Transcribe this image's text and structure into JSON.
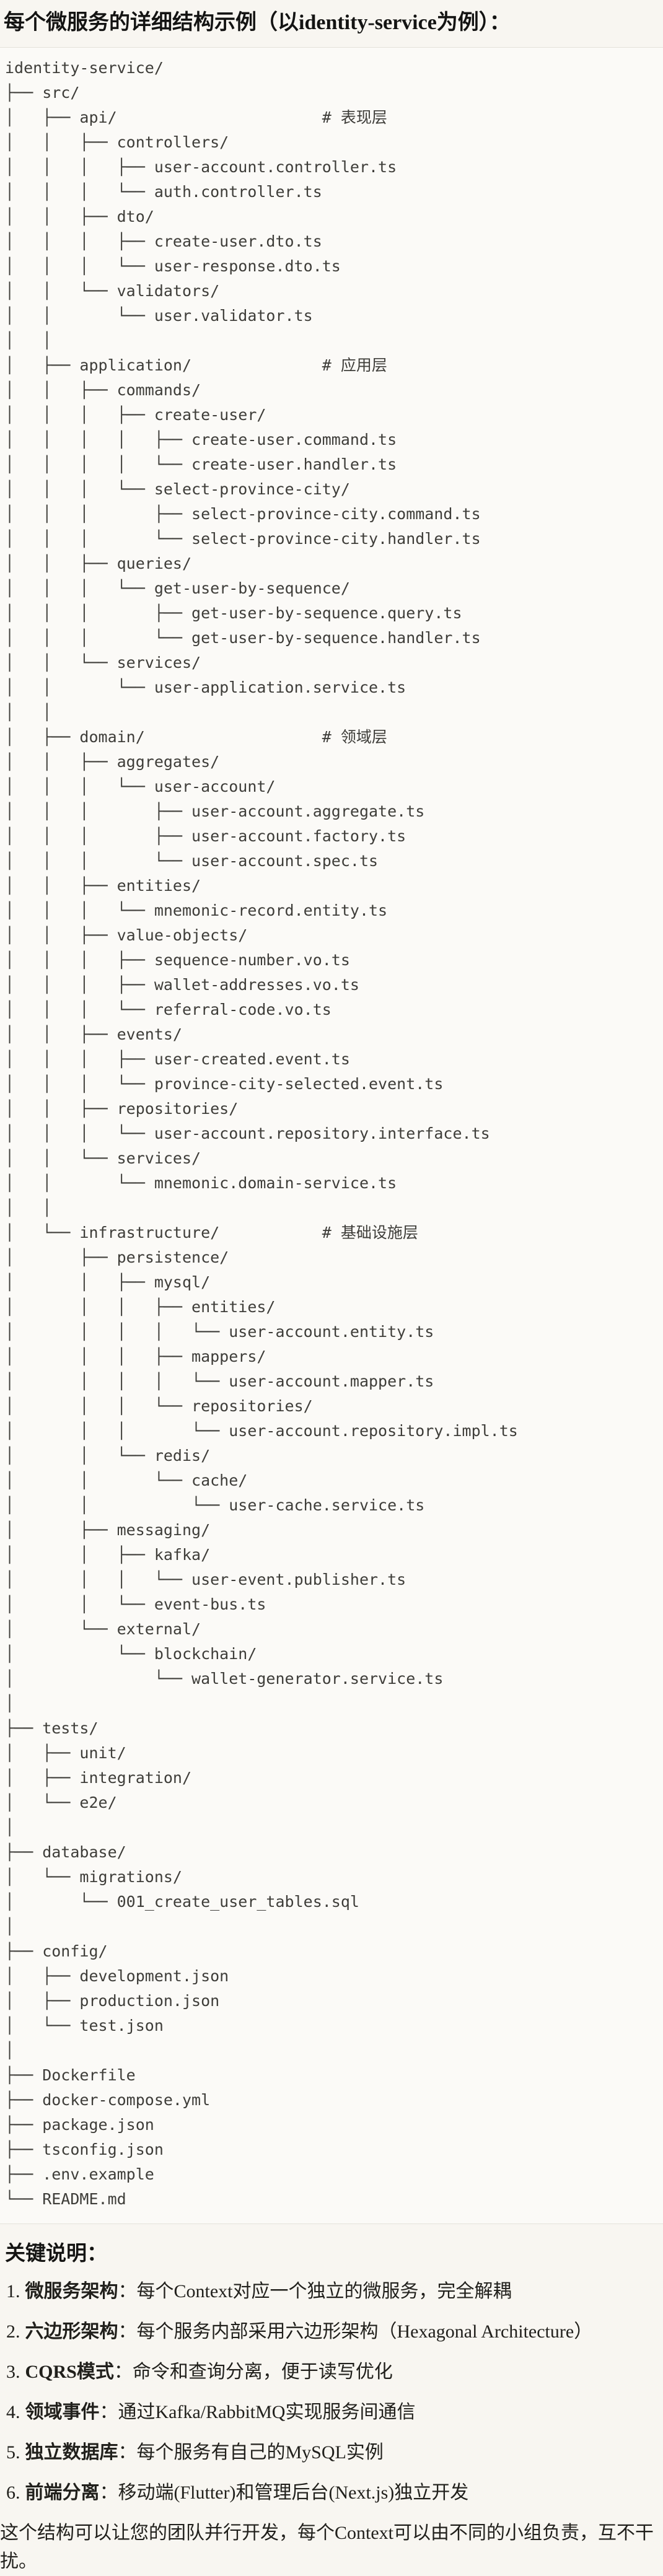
{
  "title": "每个微服务的详细结构示例（以identity-service为例）：",
  "tree": {
    "lines": [
      "identity-service/",
      "├── src/",
      "│   ├── api/                      # 表现层",
      "│   │   ├── controllers/",
      "│   │   │   ├── user-account.controller.ts",
      "│   │   │   └── auth.controller.ts",
      "│   │   ├── dto/",
      "│   │   │   ├── create-user.dto.ts",
      "│   │   │   └── user-response.dto.ts",
      "│   │   └── validators/",
      "│   │       └── user.validator.ts",
      "│   │",
      "│   ├── application/              # 应用层",
      "│   │   ├── commands/",
      "│   │   │   ├── create-user/",
      "│   │   │   │   ├── create-user.command.ts",
      "│   │   │   │   └── create-user.handler.ts",
      "│   │   │   └── select-province-city/",
      "│   │   │       ├── select-province-city.command.ts",
      "│   │   │       └── select-province-city.handler.ts",
      "│   │   ├── queries/",
      "│   │   │   └── get-user-by-sequence/",
      "│   │   │       ├── get-user-by-sequence.query.ts",
      "│   │   │       └── get-user-by-sequence.handler.ts",
      "│   │   └── services/",
      "│   │       └── user-application.service.ts",
      "│   │",
      "│   ├── domain/                   # 领域层",
      "│   │   ├── aggregates/",
      "│   │   │   └── user-account/",
      "│   │   │       ├── user-account.aggregate.ts",
      "│   │   │       ├── user-account.factory.ts",
      "│   │   │       └── user-account.spec.ts",
      "│   │   ├── entities/",
      "│   │   │   └── mnemonic-record.entity.ts",
      "│   │   ├── value-objects/",
      "│   │   │   ├── sequence-number.vo.ts",
      "│   │   │   ├── wallet-addresses.vo.ts",
      "│   │   │   └── referral-code.vo.ts",
      "│   │   ├── events/",
      "│   │   │   ├── user-created.event.ts",
      "│   │   │   └── province-city-selected.event.ts",
      "│   │   ├── repositories/",
      "│   │   │   └── user-account.repository.interface.ts",
      "│   │   └── services/",
      "│   │       └── mnemonic.domain-service.ts",
      "│   │",
      "│   └── infrastructure/           # 基础设施层",
      "│       ├── persistence/",
      "│       │   ├── mysql/",
      "│       │   │   ├── entities/",
      "│       │   │   │   └── user-account.entity.ts",
      "│       │   │   ├── mappers/",
      "│       │   │   │   └── user-account.mapper.ts",
      "│       │   │   └── repositories/",
      "│       │   │       └── user-account.repository.impl.ts",
      "│       │   └── redis/",
      "│       │       └── cache/",
      "│       │           └── user-cache.service.ts",
      "│       ├── messaging/",
      "│       │   ├── kafka/",
      "│       │   │   └── user-event.publisher.ts",
      "│       │   └── event-bus.ts",
      "│       └── external/",
      "│           └── blockchain/",
      "│               └── wallet-generator.service.ts",
      "│",
      "├── tests/",
      "│   ├── unit/",
      "│   ├── integration/",
      "│   └── e2e/",
      "│",
      "├── database/",
      "│   └── migrations/",
      "│       └── 001_create_user_tables.sql",
      "│",
      "├── config/",
      "│   ├── development.json",
      "│   ├── production.json",
      "│   └── test.json",
      "│",
      "├── Dockerfile",
      "├── docker-compose.yml",
      "├── package.json",
      "├── tsconfig.json",
      "├── .env.example",
      "└── README.md"
    ]
  },
  "notes": {
    "heading": "关键说明：",
    "items": [
      {
        "num": "1.",
        "label": "微服务架构",
        "text": "：每个Context对应一个独立的微服务，完全解耦"
      },
      {
        "num": "2.",
        "label": "六边形架构",
        "text": "：每个服务内部采用六边形架构（Hexagonal Architecture）"
      },
      {
        "num": "3.",
        "label": "CQRS模式",
        "text": "：命令和查询分离，便于读写优化"
      },
      {
        "num": "4.",
        "label": "领域事件",
        "text": "：通过Kafka/RabbitMQ实现服务间通信"
      },
      {
        "num": "5.",
        "label": "独立数据库",
        "text": "：每个服务有自己的MySQL实例"
      },
      {
        "num": "6.",
        "label": "前端分离",
        "text": "：移动端(Flutter)和管理后台(Next.js)独立开发"
      }
    ],
    "footer": "这个结构可以让您的团队并行开发，每个Context可以由不同的小组负责，互不干扰。"
  }
}
